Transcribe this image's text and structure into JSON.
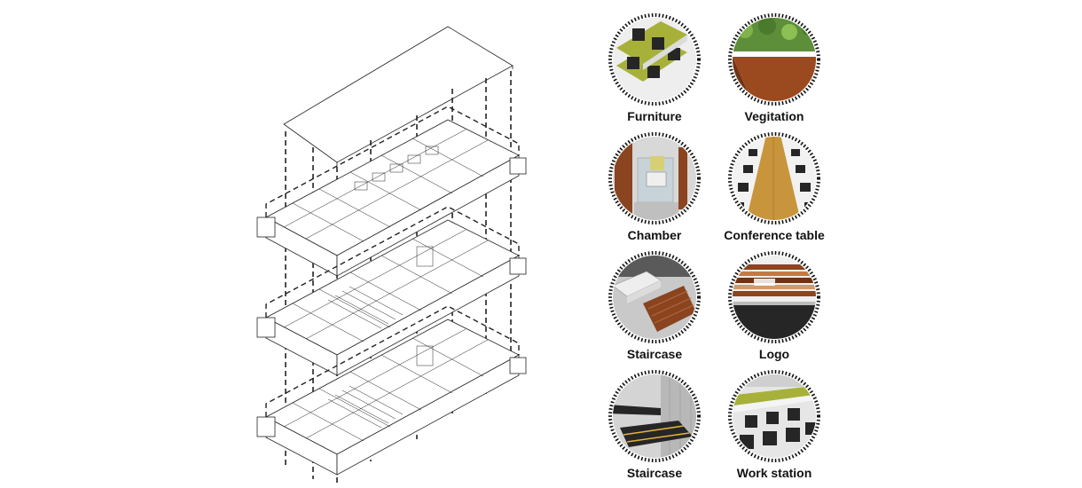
{
  "tiles": [
    {
      "label": "Furniture"
    },
    {
      "label": "Vegitation"
    },
    {
      "label": "Chamber"
    },
    {
      "label": "Conference table"
    },
    {
      "label": "Staircase"
    },
    {
      "label": "Logo"
    },
    {
      "label": "Staircase"
    },
    {
      "label": "Work station"
    }
  ],
  "colors": {
    "line": "#222222",
    "olive": "#a7b13a",
    "wood": "#9b4a1f",
    "timber": "#c8953c",
    "green": "#5d8f3a",
    "dark": "#262626"
  }
}
